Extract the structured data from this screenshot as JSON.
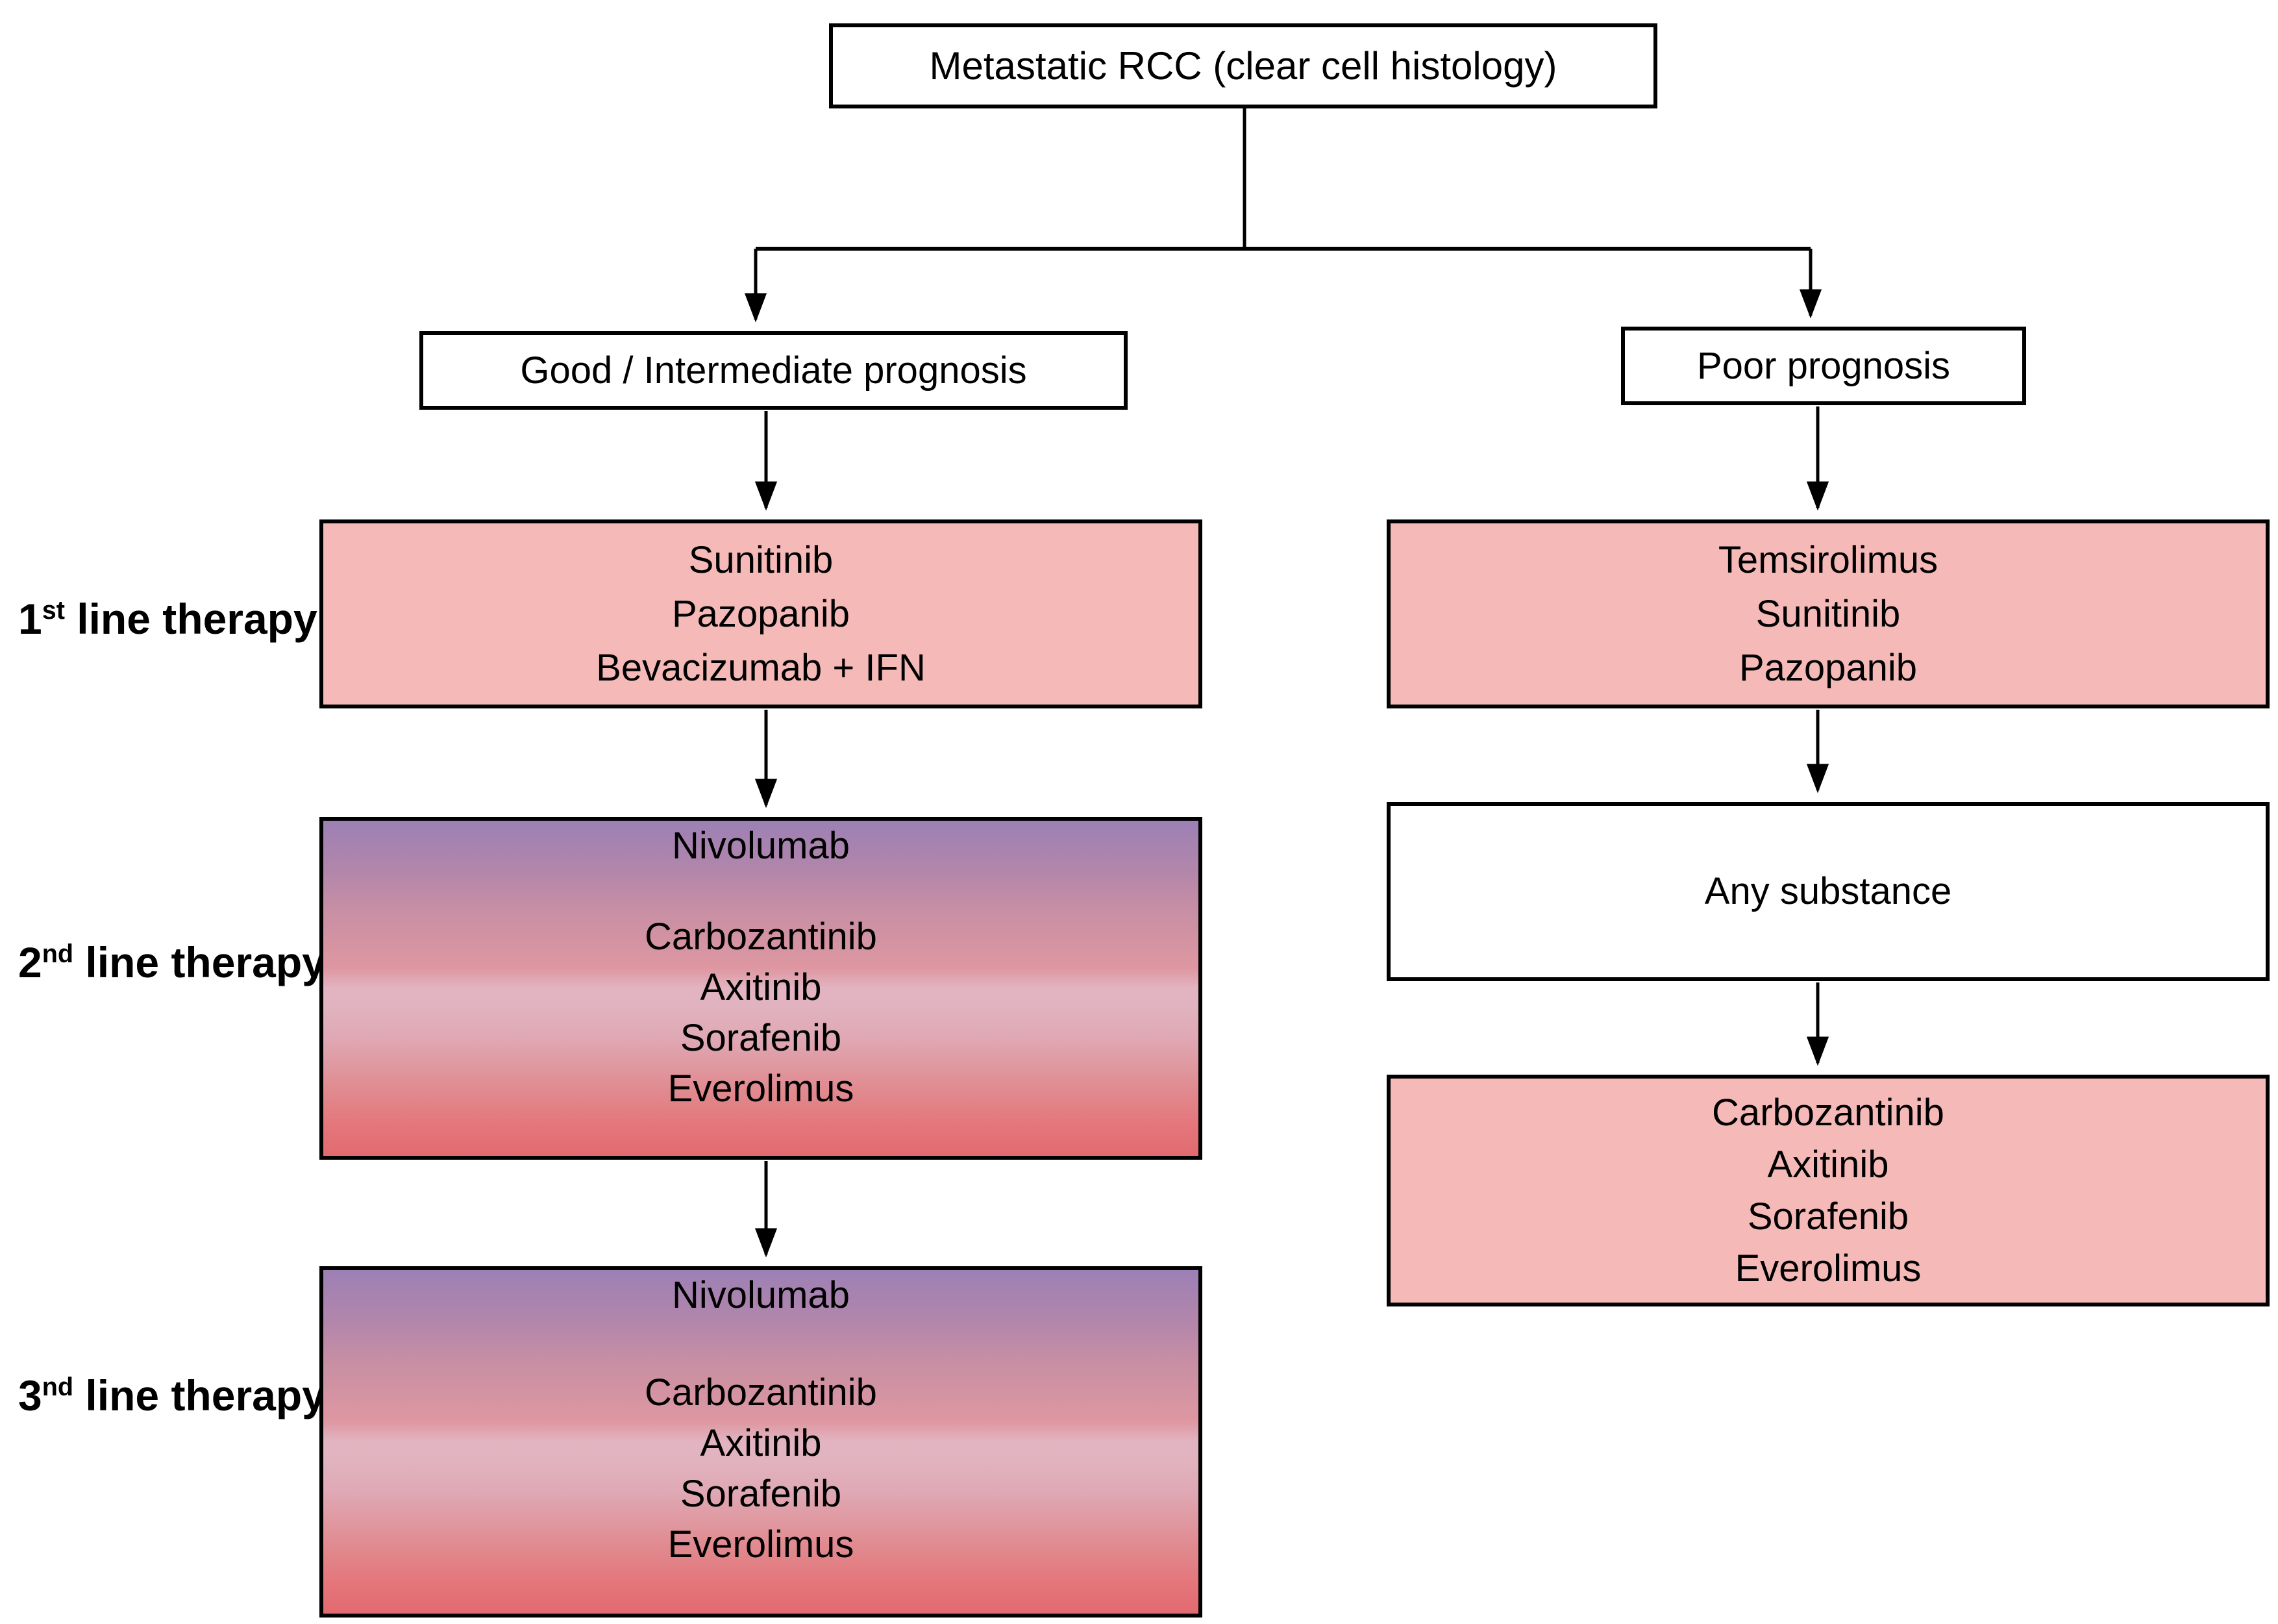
{
  "root": {
    "label": "Metastatic RCC (clear cell histology)"
  },
  "branches": {
    "good": {
      "label": "Good / Intermediate prognosis"
    },
    "poor": {
      "label": "Poor prognosis"
    }
  },
  "row_labels": [
    {
      "prefix": "1",
      "sup": "st",
      "suffix": " line therapy"
    },
    {
      "prefix": "2",
      "sup": "nd",
      "suffix": " line therapy"
    },
    {
      "prefix": "3",
      "sup": "nd",
      "suffix": " line therapy"
    }
  ],
  "good_arm": {
    "first_line": {
      "drugs": [
        "Sunitinib",
        "Pazopanib",
        "Bevacizumab + IFN"
      ]
    },
    "second_line": {
      "first_drug": "Nivolumab",
      "drugs": [
        "Carbozantinib",
        "Axitinib",
        "Sorafenib",
        "Everolimus"
      ]
    },
    "third_line": {
      "first_drug": "Nivolumab",
      "drugs": [
        "Carbozantinib",
        "Axitinib",
        "Sorafenib",
        "Everolimus"
      ]
    }
  },
  "poor_arm": {
    "first_line": {
      "drugs": [
        "Temsirolimus",
        "Sunitinib",
        "Pazopanib"
      ]
    },
    "second_line": {
      "label": "Any substance"
    },
    "third_line": {
      "drugs": [
        "Carbozantinib",
        "Axitinib",
        "Sorafenib",
        "Everolimus"
      ]
    }
  },
  "colors": {
    "pink_fill": "#f5b9b8",
    "gradient_top": "#9d80b5",
    "gradient_light_band": "#e2b4c1",
    "gradient_bottom": "#e26a6f",
    "line_color": "#000000",
    "background": "#ffffff"
  }
}
